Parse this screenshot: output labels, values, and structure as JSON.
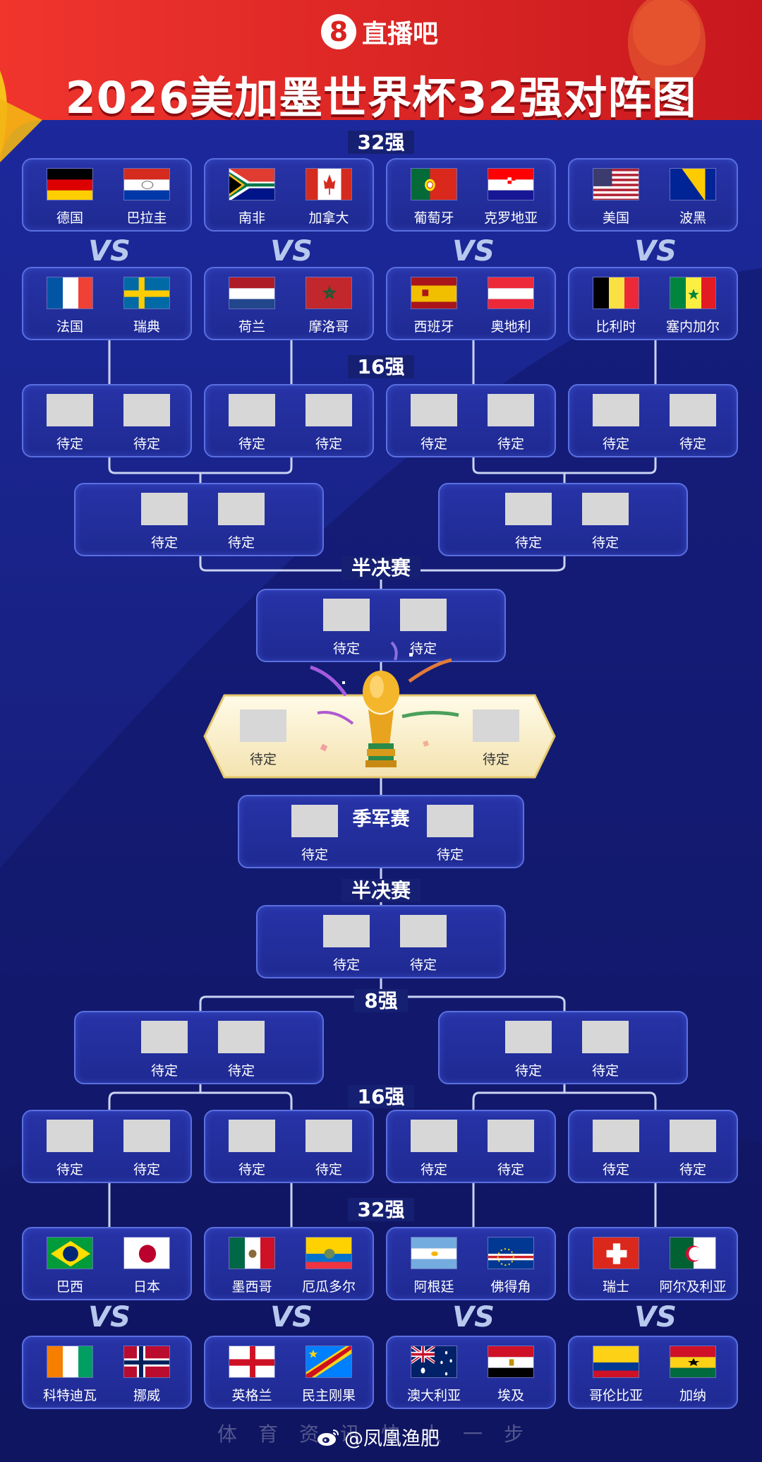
{
  "brand": {
    "badge": "8",
    "name": "直播吧"
  },
  "title": "2026美加墨世界杯32强对阵图",
  "labels": {
    "r32_top": "32强",
    "r16_top": "16强",
    "sf_top": "半决赛",
    "third": "季军赛",
    "sf_bottom": "半决赛",
    "qf_bottom": "8强",
    "r16_bottom": "16强",
    "r32_bottom": "32强",
    "vs": "VS",
    "tbd": "待定"
  },
  "top_r32": [
    {
      "a": "德国",
      "b": "巴拉圭"
    },
    {
      "a": "南非",
      "b": "加拿大"
    },
    {
      "a": "葡萄牙",
      "b": "克罗地亚"
    },
    {
      "a": "美国",
      "b": "波黑"
    },
    {
      "a": "法国",
      "b": "瑞典"
    },
    {
      "a": "荷兰",
      "b": "摩洛哥"
    },
    {
      "a": "西班牙",
      "b": "奥地利"
    },
    {
      "a": "比利时",
      "b": "塞内加尔"
    }
  ],
  "bottom_r32": [
    {
      "a": "巴西",
      "b": "日本"
    },
    {
      "a": "墨西哥",
      "b": "厄瓜多尔"
    },
    {
      "a": "阿根廷",
      "b": "佛得角"
    },
    {
      "a": "瑞士",
      "b": "阿尔及利亚"
    },
    {
      "a": "科特迪瓦",
      "b": "挪威"
    },
    {
      "a": "英格兰",
      "b": "民主刚果"
    },
    {
      "a": "澳大利亚",
      "b": "埃及"
    },
    {
      "a": "哥伦比亚",
      "b": "加纳"
    }
  ],
  "footer": {
    "slogan": "体育资讯快人一步",
    "account": "@凤凰渔肥"
  },
  "colors": {
    "header_red": "#e0262a",
    "background": "#141a6b",
    "card": "#2430a0",
    "card_border": "#5a6fe0",
    "placeholder": "#d7d7d7"
  }
}
